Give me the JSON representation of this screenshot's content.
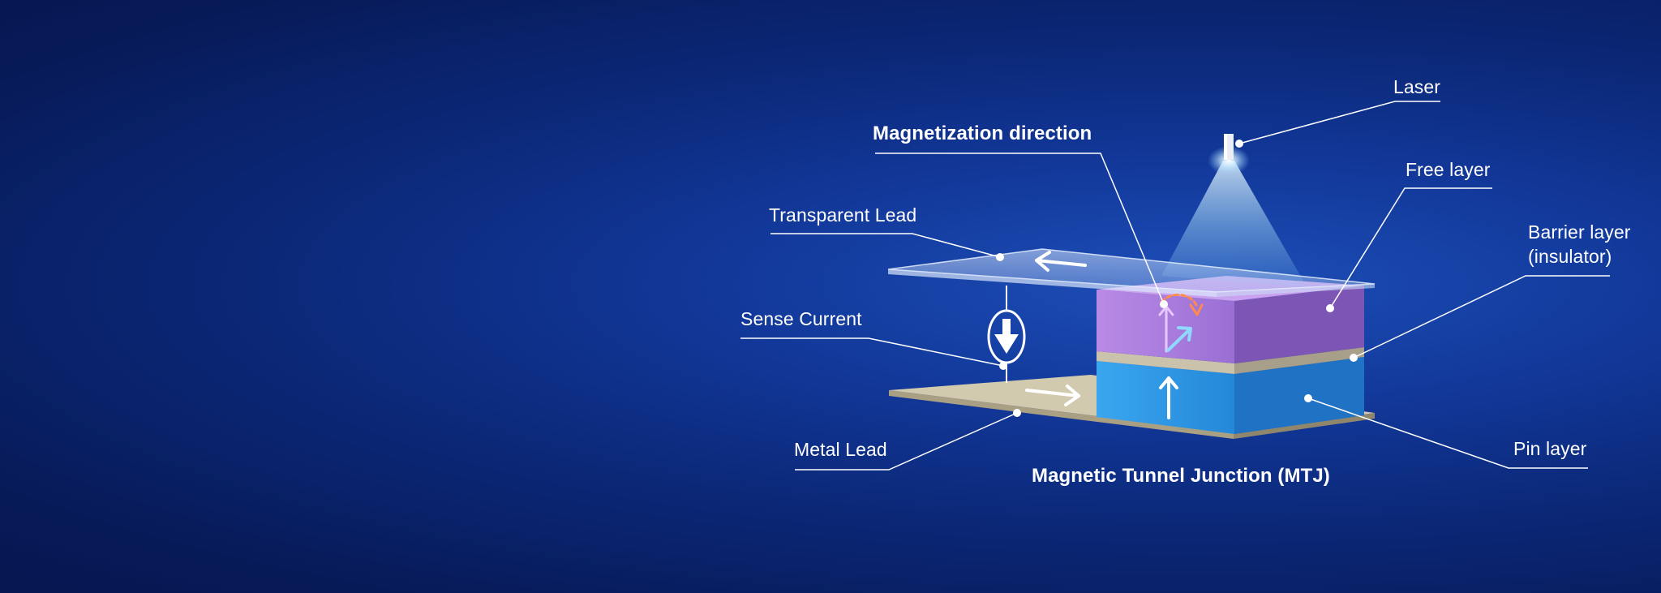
{
  "labels": {
    "magnetization_direction": "Magnetization direction",
    "transparent_lead": "Transparent Lead",
    "sense_current": "Sense Current",
    "metal_lead": "Metal Lead",
    "laser": "Laser",
    "free_layer": "Free layer",
    "barrier_layer_line1": "Barrier layer",
    "barrier_layer_line2": "(insulator)",
    "pin_layer": "Pin layer",
    "caption": "Magnetic Tunnel Junction (MTJ)"
  },
  "colors": {
    "background": "#0b2878",
    "free_layer": "#9a72d0",
    "barrier_layer": "#c8bfa8",
    "pin_layer": "#2a8ee0",
    "metal_lead": "#cfc7ad",
    "laser_beam": "#bfe8ff"
  }
}
